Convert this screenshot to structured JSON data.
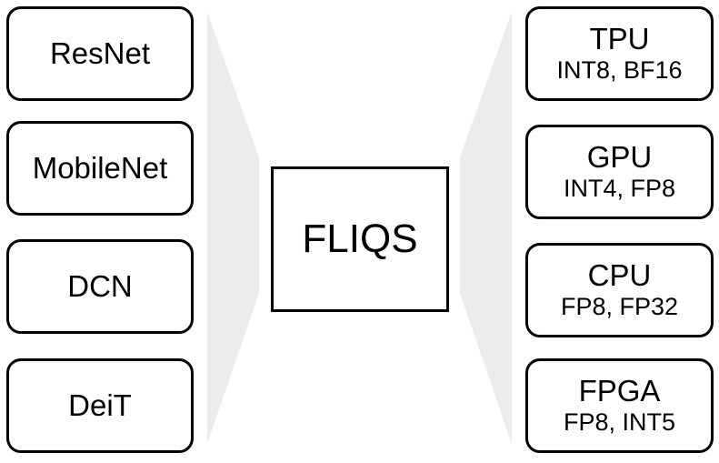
{
  "figure": {
    "center_label": "FLIQS",
    "models": [
      "ResNet",
      "MobileNet",
      "DCN",
      "DeiT"
    ],
    "hardware": [
      {
        "name": "TPU",
        "formats": "INT8, BF16"
      },
      {
        "name": "GPU",
        "formats": "INT4, FP8"
      },
      {
        "name": "CPU",
        "formats": "FP8, FP32"
      },
      {
        "name": "FPGA",
        "formats": "FP8, INT5"
      }
    ],
    "colors": {
      "funnel": "#ececec",
      "border": "#000000",
      "text": "#000000",
      "background": "#ffffff"
    }
  }
}
